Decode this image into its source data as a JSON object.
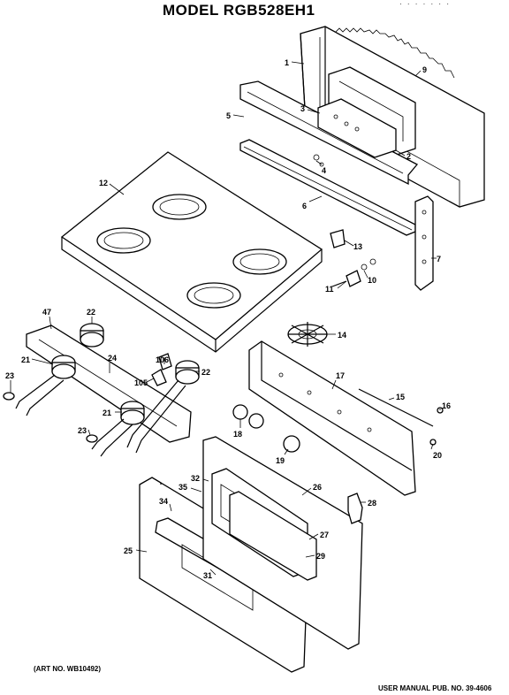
{
  "header": {
    "title": "MODEL RGB528EH1",
    "corner_mark": "· · · ·   ·   ·  ·"
  },
  "footer": {
    "art_no": "(ART NO. WB10492)",
    "pub_no": "USER MANUAL PUB. NO. 39-4606"
  },
  "callouts": [
    {
      "id": "c1",
      "label": "1"
    },
    {
      "id": "c9",
      "label": "9"
    },
    {
      "id": "c3",
      "label": "3"
    },
    {
      "id": "c5",
      "label": "5"
    },
    {
      "id": "c2",
      "label": "2"
    },
    {
      "id": "c4",
      "label": "4"
    },
    {
      "id": "c12",
      "label": "12"
    },
    {
      "id": "c6",
      "label": "6"
    },
    {
      "id": "c13",
      "label": "13"
    },
    {
      "id": "c7",
      "label": "7"
    },
    {
      "id": "c10",
      "label": "10"
    },
    {
      "id": "c11",
      "label": "11"
    },
    {
      "id": "c47",
      "label": "47"
    },
    {
      "id": "c22a",
      "label": "22"
    },
    {
      "id": "c14",
      "label": "14"
    },
    {
      "id": "c24",
      "label": "24"
    },
    {
      "id": "c106",
      "label": "106"
    },
    {
      "id": "c22b",
      "label": "22"
    },
    {
      "id": "c105",
      "label": "105"
    },
    {
      "id": "c21a",
      "label": "21"
    },
    {
      "id": "c23a",
      "label": "23"
    },
    {
      "id": "c17",
      "label": "17"
    },
    {
      "id": "c15",
      "label": "15"
    },
    {
      "id": "c16",
      "label": "16"
    },
    {
      "id": "c18",
      "label": "18"
    },
    {
      "id": "c21b",
      "label": "21"
    },
    {
      "id": "c23b",
      "label": "23"
    },
    {
      "id": "c19",
      "label": "19"
    },
    {
      "id": "c20",
      "label": "20"
    },
    {
      "id": "c32",
      "label": "32"
    },
    {
      "id": "c35",
      "label": "35"
    },
    {
      "id": "c26",
      "label": "26"
    },
    {
      "id": "c34",
      "label": "34"
    },
    {
      "id": "c28",
      "label": "28"
    },
    {
      "id": "c27",
      "label": "27"
    },
    {
      "id": "c25",
      "label": "25"
    },
    {
      "id": "c29",
      "label": "29"
    },
    {
      "id": "c31",
      "label": "31"
    }
  ]
}
